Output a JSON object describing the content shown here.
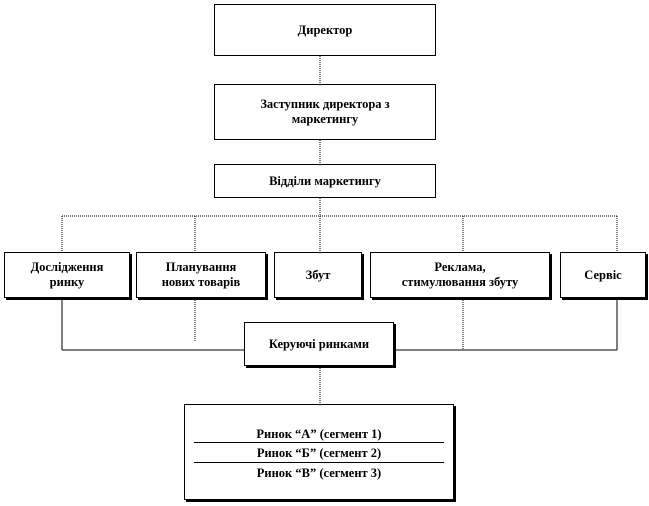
{
  "director": "Директор",
  "deputy": "Заступник директора з\nмаркетингу",
  "departments": "Відділи   маркетингу",
  "units": [
    {
      "label": "Дослідження\nринку"
    },
    {
      "label": "Планування\nнових товарів"
    },
    {
      "label": "Збут"
    },
    {
      "label": "Реклама,\nстимулювання збуту"
    },
    {
      "label": "Сервіс"
    }
  ],
  "market_managers": "Керуючі ринками",
  "markets": [
    "Ринок “А”  (сегмент 1)",
    "Ринок “Б”  (сегмент 2)",
    "Ринок “В”  (сегмент 3)"
  ]
}
